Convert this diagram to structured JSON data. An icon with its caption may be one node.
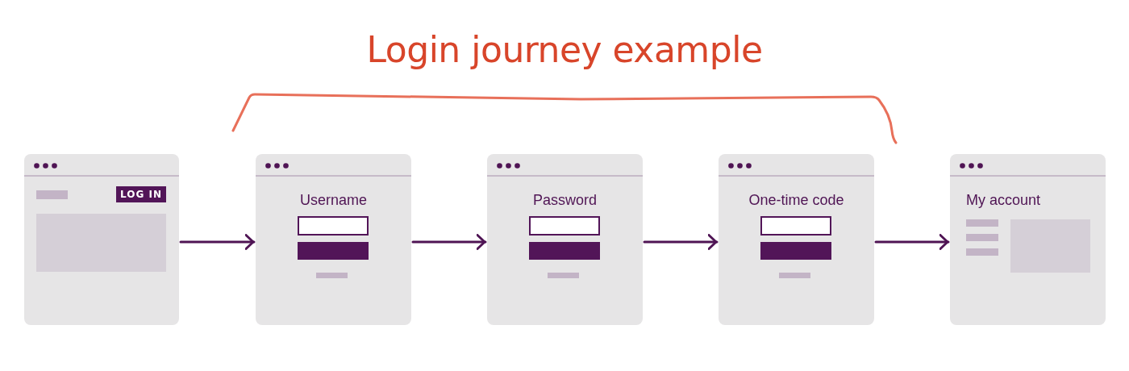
{
  "diagram": {
    "title": "Login journey example",
    "nodes": [
      {
        "text": [],
        "shape": "box"
      },
      {
        "text": [
          "LOG IN"
        ],
        "in": 0
      },
      {
        "text": [
          "Username"
        ]
      },
      {
        "text": [
          "Password"
        ]
      },
      {
        "text": [
          "One-time code"
        ]
      },
      {
        "text": [
          "My account"
        ]
      }
    ],
    "edges": [
      {
        "from": 0,
        "to": 2,
        "arrow": "to"
      },
      {
        "from": 2,
        "to": 3,
        "arrow": "to"
      },
      {
        "from": 3,
        "to": 4,
        "arrow": "to"
      },
      {
        "from": 4,
        "to": 5,
        "arrow": "to"
      }
    ]
  }
}
